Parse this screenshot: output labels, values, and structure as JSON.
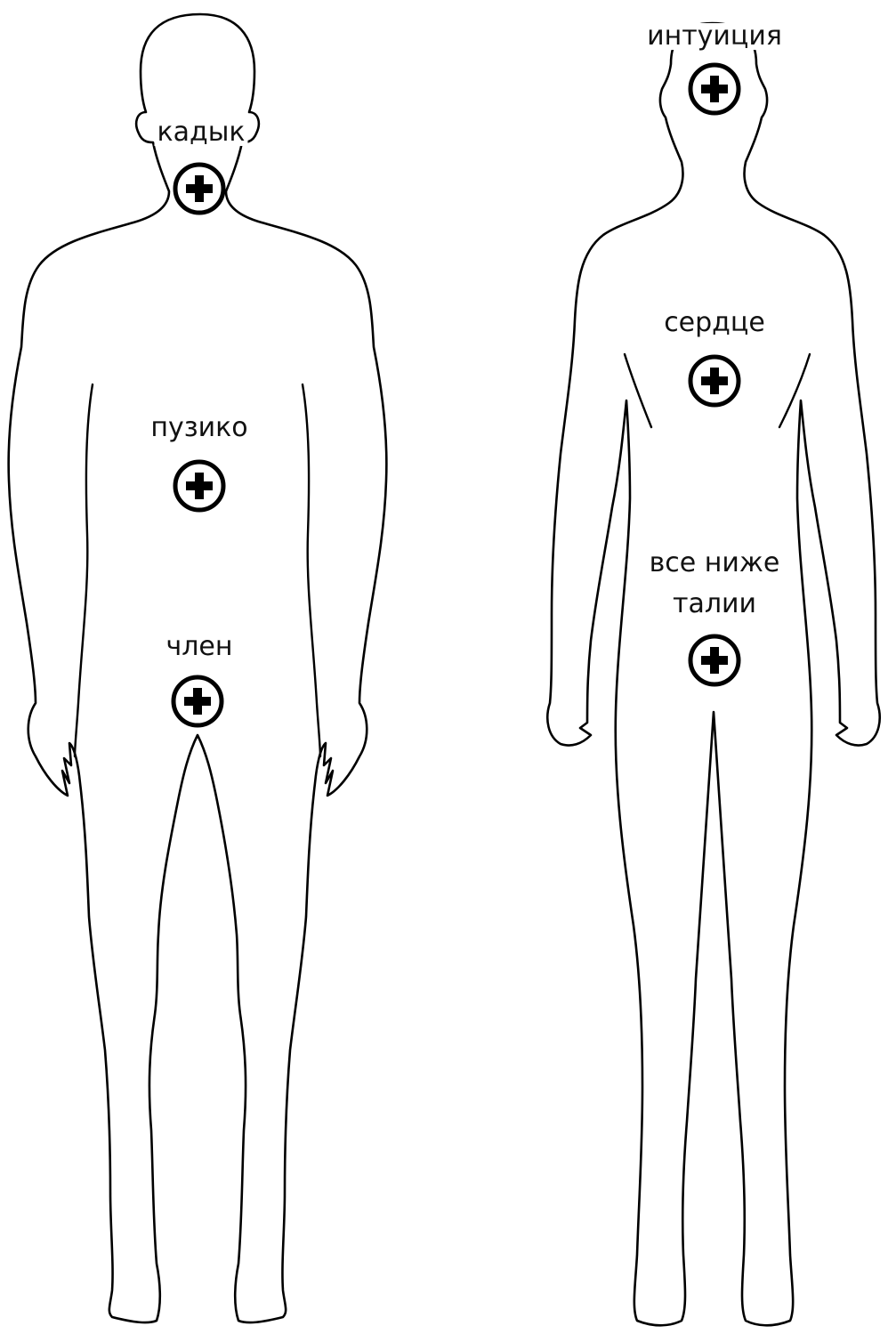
{
  "figures": [
    {
      "id": "male",
      "points": [
        {
          "label": "кадык"
        },
        {
          "label": "пузико"
        },
        {
          "label": "член"
        }
      ]
    },
    {
      "id": "female",
      "points": [
        {
          "label": "интуиция"
        },
        {
          "label": "сердце"
        },
        {
          "label": "все ниже талии"
        }
      ]
    }
  ],
  "colors": {
    "stroke": "#000000",
    "background": "#ffffff"
  },
  "icons": {
    "marker": "plus-circle-icon"
  }
}
